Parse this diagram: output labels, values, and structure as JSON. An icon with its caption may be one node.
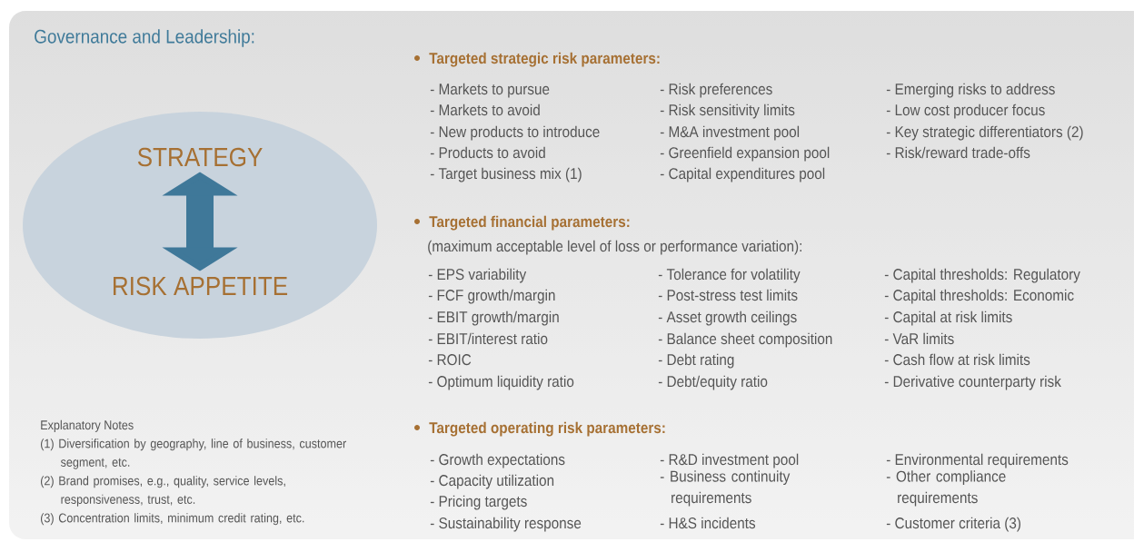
{
  "diagram": {
    "title": "Governance and Leadership:",
    "nodes": [
      {
        "text": [],
        "shape": "ellipse"
      },
      {
        "text": [
          "STRATEGY"
        ],
        "in": 0
      },
      {
        "text": [
          "RISK APPETITE"
        ],
        "in": 0
      }
    ],
    "edges": [
      {
        "from": 1,
        "to": 2,
        "arrow": "both"
      }
    ],
    "labels": [
      "Targeted strategic risk parameters:",
      "- Markets to pursue",
      "- Risk preferences",
      "- Emerging risks to address",
      "- Markets to avoid",
      "- Risk sensitivity limits",
      "- Low cost producer focus",
      "- New products to introduce",
      "- M&A investment pool",
      "- Key strategic differentiators (2)",
      "- Products to avoid",
      "- Greenfield expansion pool",
      "- Risk/reward trade-offs",
      "- Target business mix (1)",
      "- Capital expenditures pool",
      "Targeted financial parameters:",
      "(maximum acceptable level of loss or performance variation):",
      "- EPS variability",
      "- Tolerance for volatility",
      "- Capital thresholds: Regulatory",
      "- FCF growth/margin",
      "- Post-stress test limits",
      "- Capital thresholds: Economic",
      "- EBIT growth/margin",
      "- Asset growth ceilings",
      "- Capital at risk limits",
      "- EBIT/interest ratio",
      "- Balance sheet composition",
      "- VaR limits",
      "- ROIC",
      "- Debt rating",
      "- Cash flow at risk limits",
      "- Optimum liquidity ratio",
      "- Debt/equity ratio",
      "- Derivative counterparty risk",
      "Targeted operating risk parameters:",
      "- Growth expectations",
      "- R&D investment pool",
      "- Environmental requirements",
      "- Capacity utilization",
      "- Business continuity requirements",
      "- Other compliance requirements",
      "- Pricing targets",
      "- Sustainability response",
      "- H&S incidents",
      "- Customer criteria (3)",
      "Explanatory Notes",
      "(1) Diversification by geography, line of business, customer segment, etc.",
      "(2) Brand promises, e.g., quality, service levels, responsiveness, trust, etc.",
      "(3) Concentration limits, minimum credit rating, etc."
    ]
  }
}
